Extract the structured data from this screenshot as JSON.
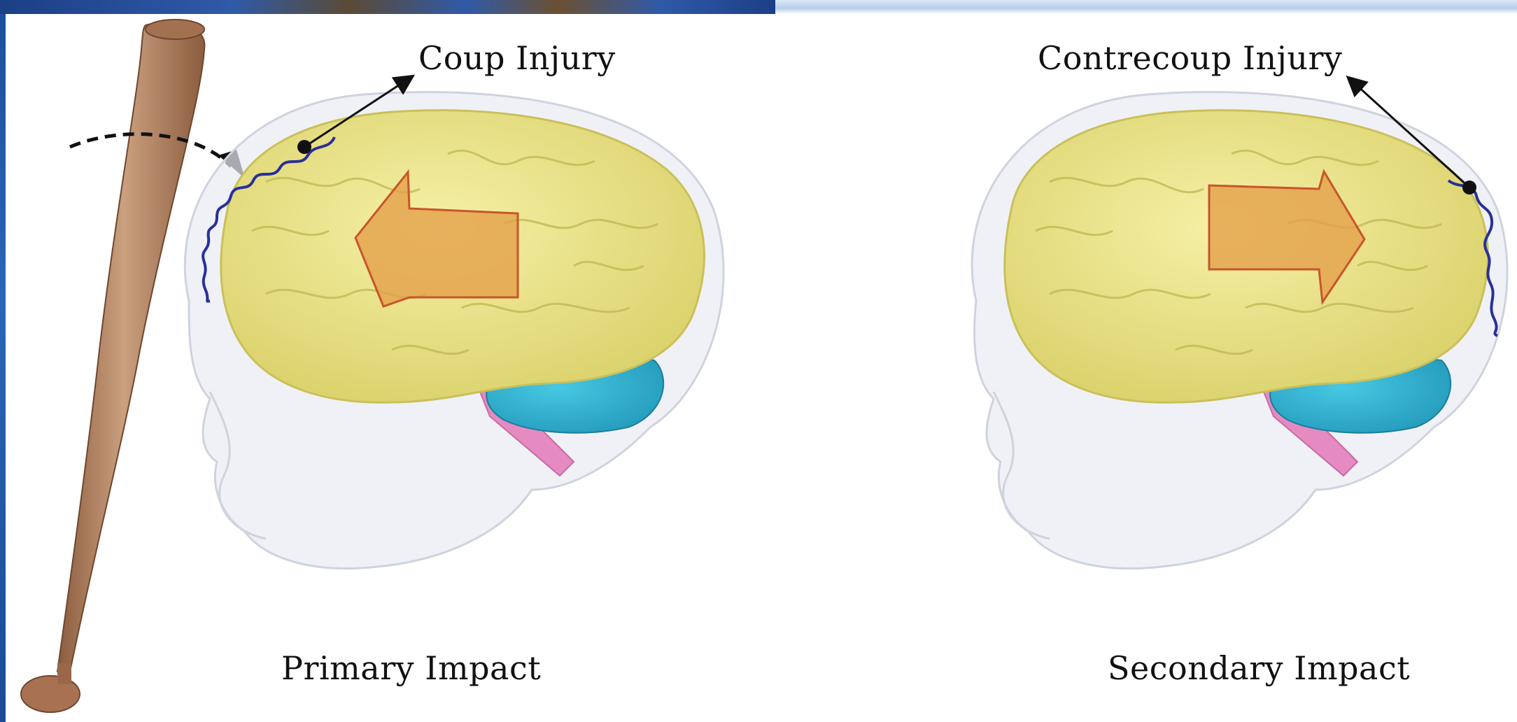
{
  "labels": {
    "coup": "Coup Injury",
    "contrecoup": "Contrecoup Injury",
    "primary": "Primary Impact",
    "secondary": "Secondary Impact"
  },
  "colors": {
    "brain": "#efe98a",
    "cerebellum": "#2cb6d4",
    "brainstem": "#e58bc1",
    "skull": "#e6e8f0",
    "arrow": "#e3a04a",
    "wave": "#28309a",
    "bat": "#b98563"
  },
  "icons": {
    "bat": "baseball-bat-icon",
    "left_head": "head-skull-brain-icon",
    "right_head": "head-skull-brain-icon",
    "left_arrow": "force-arrow-left-icon",
    "right_arrow": "force-arrow-right-icon"
  }
}
